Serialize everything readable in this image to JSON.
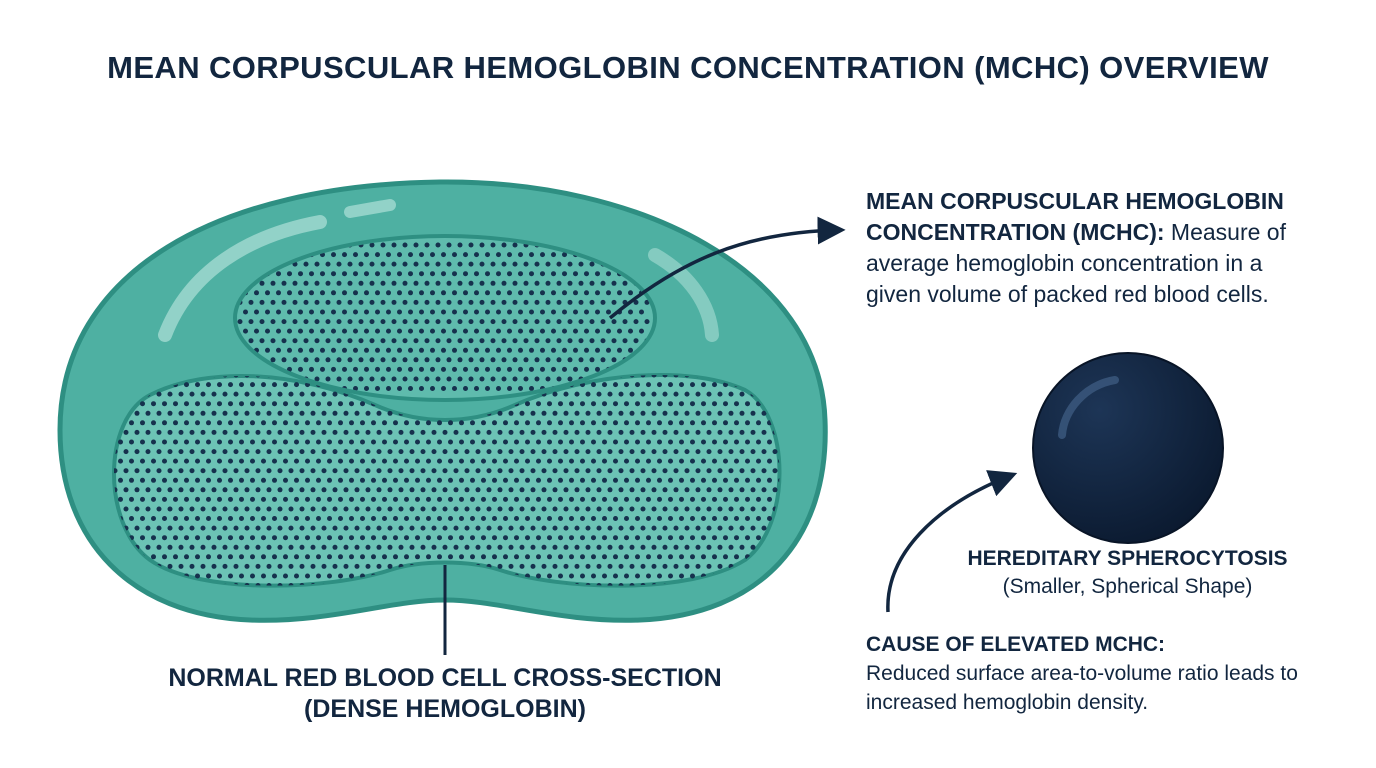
{
  "title": "MEAN CORPUSCULAR HEMOGLOBIN CONCENTRATION (MCHC) OVERVIEW",
  "definition": {
    "term": "MEAN CORPUSCULAR HEMOGLOBIN CONCENTRATION (MCHC):",
    "text": "Measure of average hemoglobin concentration in a given volume of packed red blood cells."
  },
  "spherocyte": {
    "name": "HEREDITARY SPHEROCYTOSIS",
    "description": "(Smaller, Spherical Shape)"
  },
  "cause": {
    "heading": "CAUSE OF ELEVATED MCHC:",
    "text": "Reduced surface area-to-volume ratio leads to increased hemoglobin density."
  },
  "cell_label": {
    "line1": "NORMAL RED BLOOD CELL CROSS-SECTION",
    "line2": "(DENSE HEMOGLOBIN)"
  },
  "colors": {
    "navy": "#12263f",
    "cell_outer": "#4eb0a2",
    "cell_rim": "#2e8f82",
    "cell_inner": "#6cc3b5",
    "hemoglobin_dot": "#16314d"
  }
}
